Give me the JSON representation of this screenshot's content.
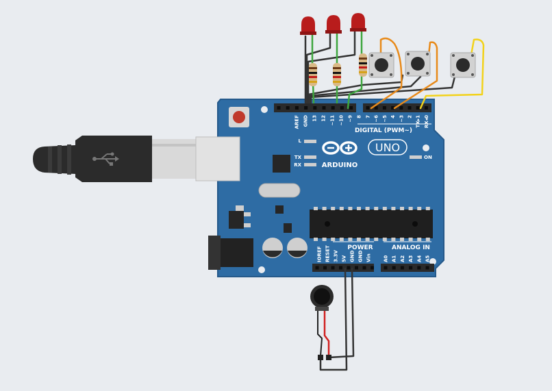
{
  "board": {
    "brand": "ARDUINO",
    "model": "UNO",
    "digital_label": "DIGITAL (PWM~)",
    "power_label": "POWER",
    "analog_label": "ANALOG IN",
    "on_label": "ON",
    "l_label": "L",
    "tx_label": "TX",
    "rx_label": "RX",
    "header_top_left": [
      "AREF",
      "GND",
      "13",
      "12",
      "~11",
      "~10",
      "~9",
      "8"
    ],
    "header_top_right": [
      "7",
      "~6",
      "~5",
      "4",
      "~3",
      "2",
      "TX▸1",
      "RX◂0"
    ],
    "header_power": [
      "IOREF",
      "RESET",
      "3.3V",
      "5V",
      "GND",
      "GND",
      "Vin"
    ],
    "header_analog": [
      "A0",
      "A1",
      "A2",
      "A3",
      "A4",
      "A5"
    ]
  },
  "colors": {
    "background": "#e9ecf0",
    "board": "#2e6ca4",
    "board_edge": "#25598a",
    "header": "#2a2a2a",
    "led": "#b81c1c",
    "wire_black": "#333333",
    "wire_green": "#3ea63e",
    "wire_orange": "#e88a1a",
    "wire_yellow": "#f2d21b",
    "wire_red": "#d12020",
    "usb": "#2b2b2b",
    "usb_metal": "#d9d9d9"
  }
}
